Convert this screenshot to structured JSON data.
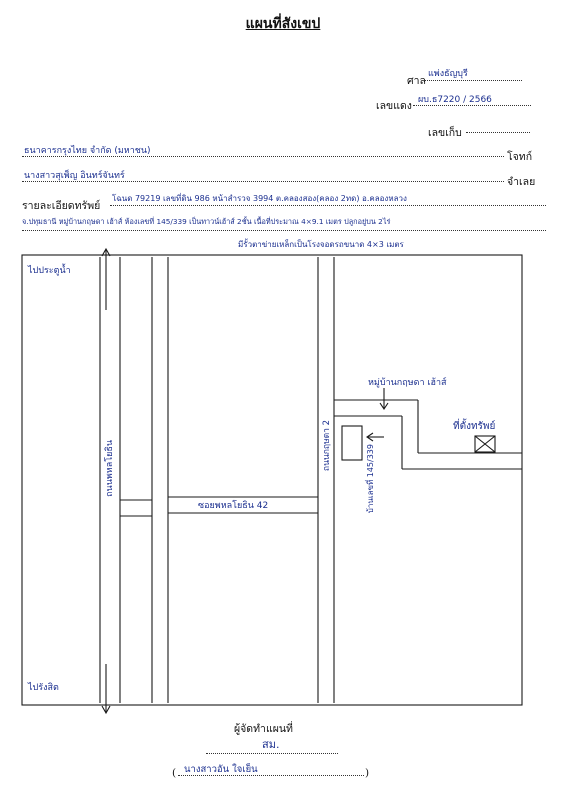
{
  "header": {
    "title": "แผนที่สังเขป"
  },
  "case_info": {
    "court_label": "ศาล",
    "court_value": "แพ่งธัญบุรี",
    "red_no_label": "เลขแดง",
    "red_no_value": "ผบ.ธ7220 / 2566",
    "file_no_label": "เลขเก็บ",
    "plaintiff_value": "ธนาคารกรุงไทย จำกัด (มหาชน)",
    "plaintiff_label": "โจทก์",
    "defendant_value": "นางสาวสุเพ็ญ อินทร์จันทร์",
    "defendant_label": "จำเลย"
  },
  "property": {
    "label": "รายละเอียดทรัพย์",
    "line1": "โฉนด 79219 เลขที่ดิน 986 หน้าสำรวจ 3994 ต.คลองสอง(คลอง 2ทด) อ.คลองหลวง",
    "line2": "จ.ปทุมธานี หมู่บ้านกฤษดา เฮ้าส์ ห้องเลขที่ 145/339 เป็นทาวน์เฮ้าส์ 2ชั้น เนื้อที่ประมาณ 4×9.1 เมตร ปลูกอยู่บน 2ไร่",
    "line3": "มีรั้วตาข่ายเหล็กเป็นโรงจอดรถขนาด 4×3 เมตร"
  },
  "map": {
    "to_top_label": "ไปประตูน้ำ",
    "to_bottom_label": "ไปรังสิต",
    "main_road_label": "ถนนพหลโยธิน",
    "soi_label": "ซอยพหลโยธิน 42",
    "road2_label": "ถนนกฤษดา 2",
    "village_label": "หมู่บ้านกฤษดา เฮ้าส์",
    "site_label": "ที่ตั้งทรัพย์",
    "target_house_label": "บ้านเลขที่ 145/339"
  },
  "footer": {
    "maker_label": "ผู้จัดทำแผนที่",
    "signature": "สม.",
    "name_value": "นางสาวอัน ใจเย็น"
  }
}
